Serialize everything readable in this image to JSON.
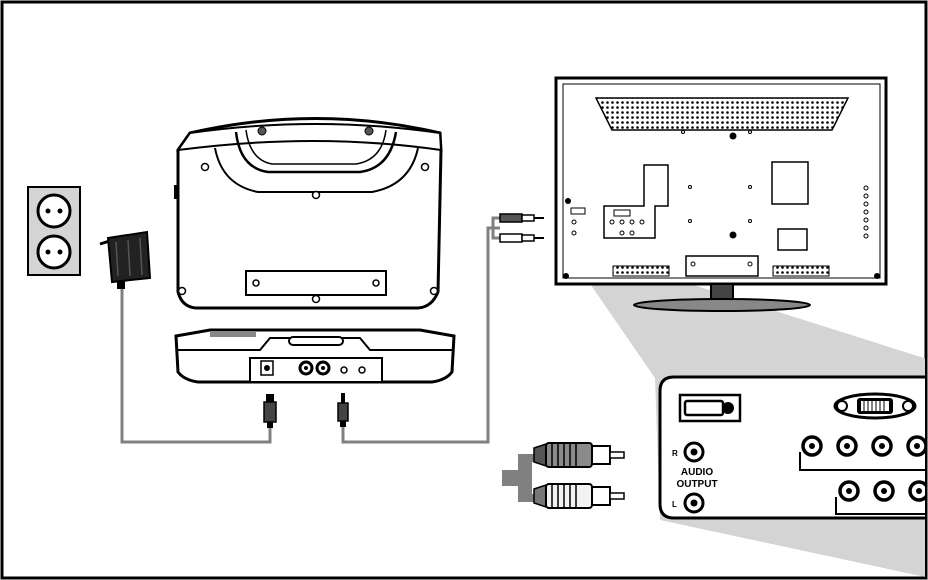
{
  "diagram": {
    "panel_labels": {
      "audio_line1": "AUDIO",
      "audio_line2": "OUTPUT",
      "right_channel": "R",
      "left_channel": "L"
    }
  },
  "colors": {
    "outline": "#000000",
    "panel_gray": "#d4d4d4",
    "device_fill": "#ffffff",
    "plug_red": "#8a8a8a",
    "plug_white": "#f2f2f2",
    "cable_gray": "#808080"
  },
  "icons": [
    "wall-socket-icon",
    "power-adapter-icon",
    "speaker-icon",
    "base-station-icon",
    "tv-icon",
    "rca-plug-icon",
    "hdmi-port-icon",
    "vga-port-icon",
    "audio-jack-icon"
  ]
}
